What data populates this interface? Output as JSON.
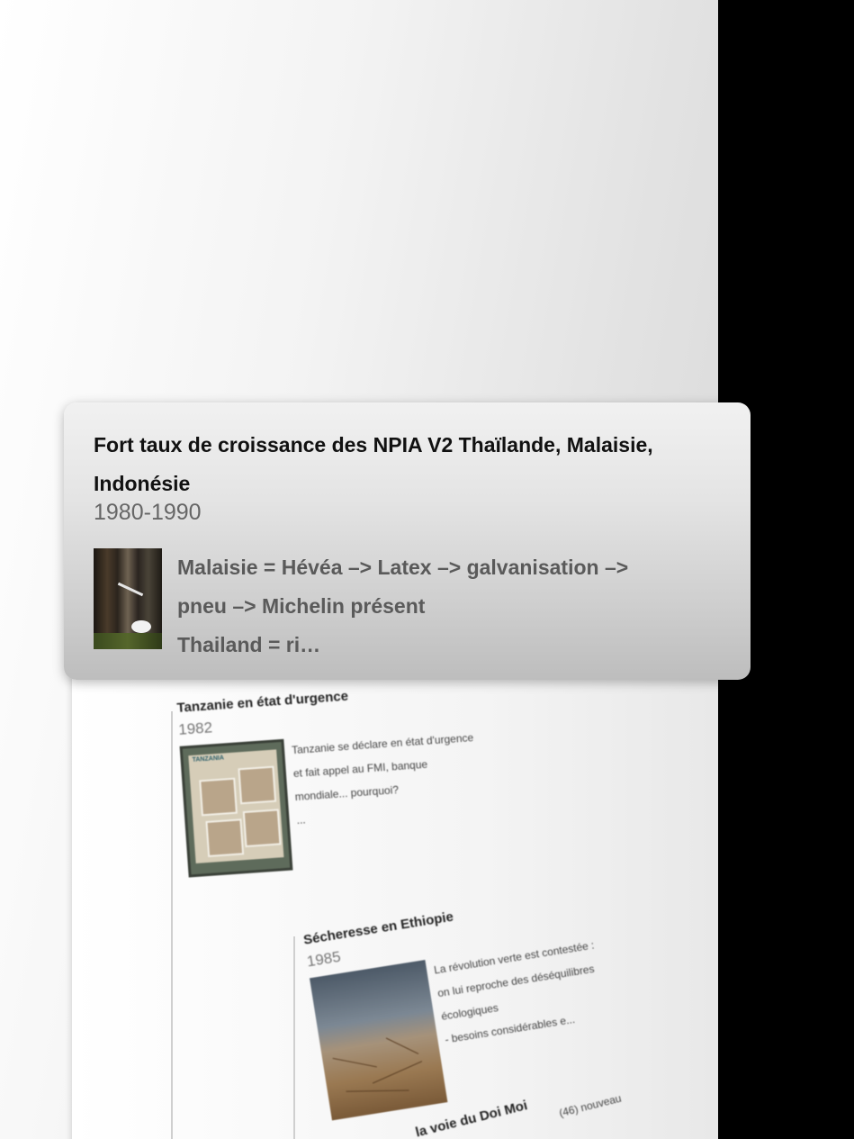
{
  "popover": {
    "title": "Fort taux de croissance des NPIA V2 Thaïlande, Malaisie, Indonésie",
    "year": "1980-1990",
    "image": "rubber-tree-latex",
    "lines": [
      "Malaisie = Hévéa –> Latex –> galvanisation –>",
      "pneu –> Michelin présent",
      "Thailand = ri…"
    ]
  },
  "timeline": {
    "events": [
      {
        "title": "Tanzanie en état d'urgence",
        "year": "1982",
        "text": "Tanzanie se déclare en état d'urgence\net fait appel au FMI, banque\nmondiale... pourquoi?\n...",
        "image_label": "TANZANIA"
      },
      {
        "title": "Sécheresse en Ethiopie",
        "year": "1985",
        "text": "La révolution verte est contestée :\non lui reproche des déséquilibres\nécologiques\n- besoins considérables e..."
      },
      {
        "title": "la voie du Doi Moi",
        "text": "(46) nouveau"
      }
    ]
  }
}
